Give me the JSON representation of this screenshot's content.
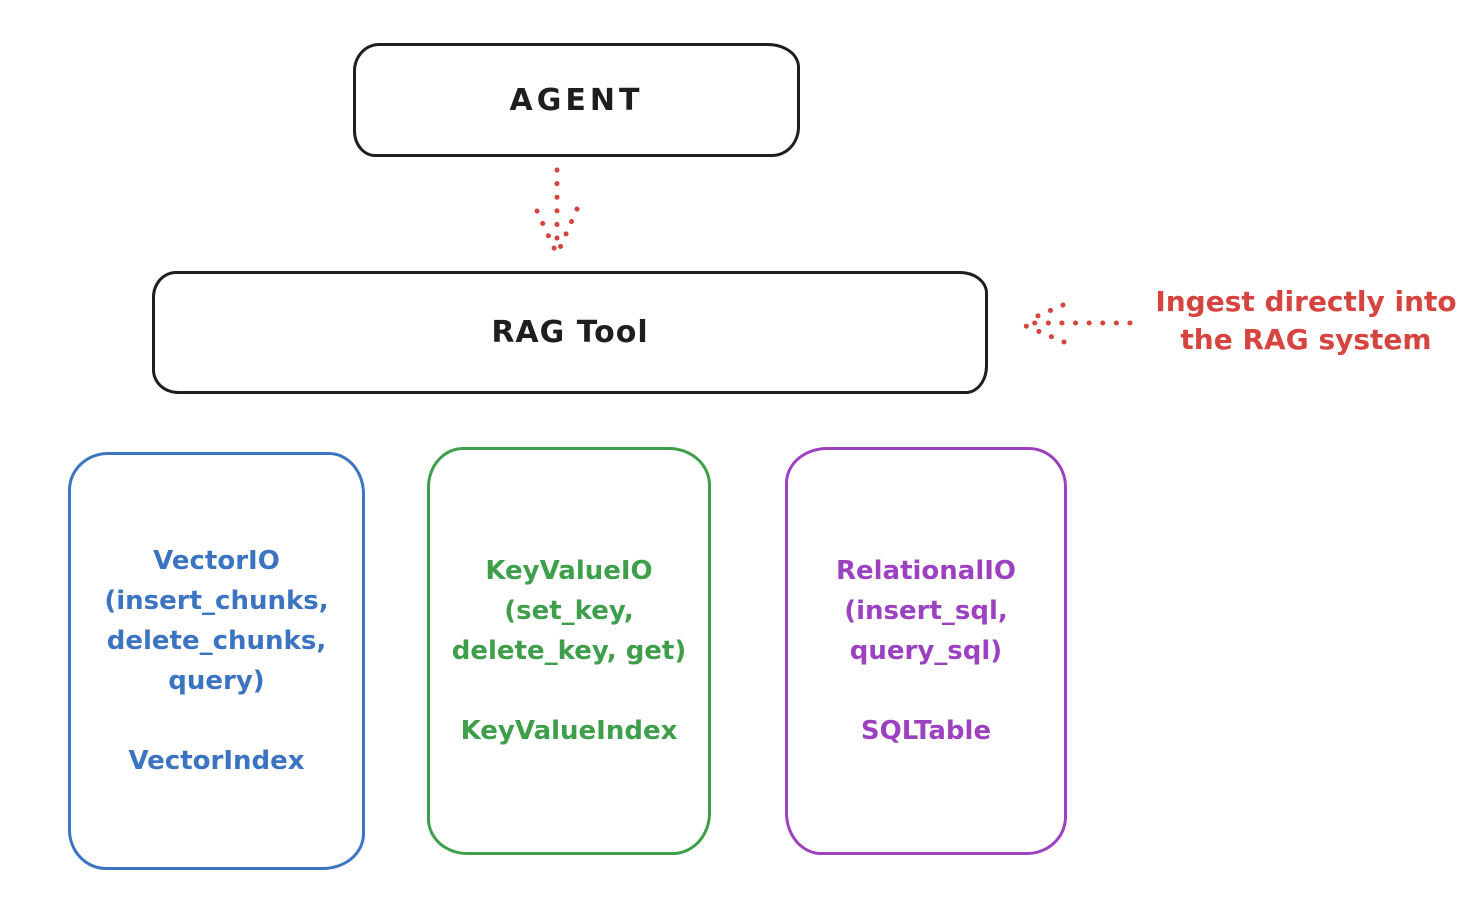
{
  "colors": {
    "background": "#ffffff",
    "black": "#1e1e1e",
    "red": "#d5443f",
    "blue": "#3b74c0",
    "green": "#3f9e4a",
    "purple": "#9c42c1"
  },
  "agent": {
    "label": "AGENT"
  },
  "rag_tool": {
    "label": "RAG Tool"
  },
  "annotation": {
    "lines": [
      "Ingest directly into",
      "the RAG system"
    ]
  },
  "providers": [
    {
      "name": "VectorIO",
      "color": "#3b74c0",
      "lines": [
        "VectorIO",
        "(insert_chunks,",
        "delete_chunks,",
        "query)"
      ],
      "index_label": "VectorIndex"
    },
    {
      "name": "KeyValueIO",
      "color": "#3f9e4a",
      "lines": [
        "KeyValueIO",
        "(set_key,",
        "delete_key, get)"
      ],
      "index_label": "KeyValueIndex"
    },
    {
      "name": "RelationalIO",
      "color": "#9c42c1",
      "lines": [
        "RelationalIO",
        "(insert_sql,",
        "query_sql)"
      ],
      "index_label": "SQLTable"
    }
  ],
  "arrows": [
    {
      "name": "agent-to-rag-tool",
      "style": "dotted",
      "color": "#d5443f",
      "direction": "down"
    },
    {
      "name": "annotation-to-rag-tool",
      "style": "dotted",
      "color": "#d5443f",
      "direction": "left"
    }
  ]
}
